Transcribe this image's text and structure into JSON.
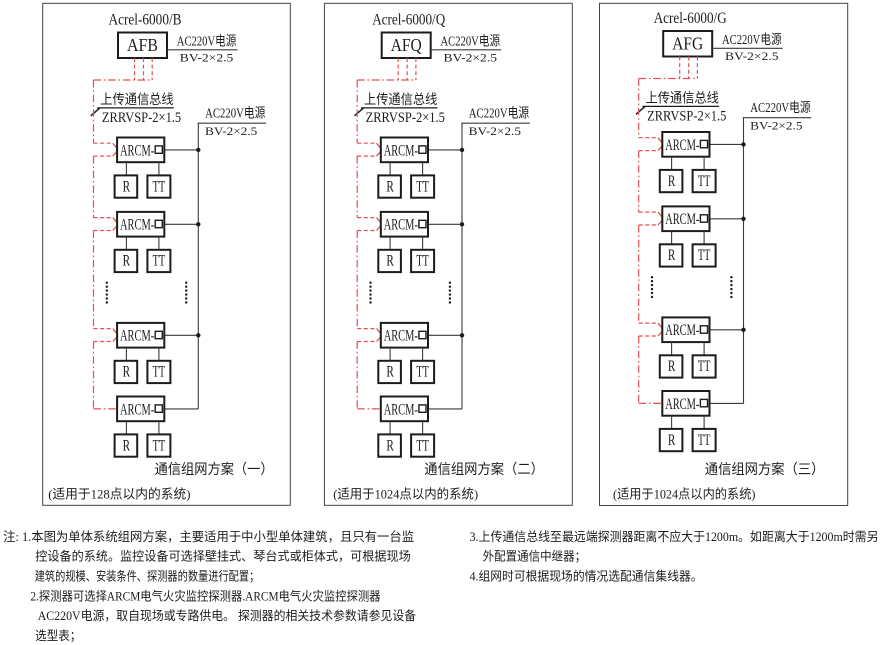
{
  "diagram": {
    "panels": [
      {
        "title": "Acrel-6000/B",
        "console": "AFB",
        "console_power_1": "AC220V电源",
        "console_power_2": "BV-2×2.5",
        "upload_bus_1": "上传通信总线",
        "upload_bus_2": "ZRRVSP-2×1.5",
        "detector_power_1": "AC220V电源",
        "detector_power_2": "BV-2×2.5",
        "arcm": "ARCM-",
        "r": "R",
        "tt": "TT",
        "caption": "通信组网方案（一）",
        "subcaption": "(适用于128点以内的系统)"
      },
      {
        "title": "Acrel-6000/Q",
        "console": "AFQ",
        "console_power_1": "AC220V电源",
        "console_power_2": "BV-2×2.5",
        "upload_bus_1": "上传通信总线",
        "upload_bus_2": "ZRRVSP-2×1.5",
        "detector_power_1": "AC220V电源",
        "detector_power_2": "BV-2×2.5",
        "arcm": "ARCM-",
        "r": "R",
        "tt": "TT",
        "caption": "通信组网方案（二）",
        "subcaption": "(适用于1024点以内的系统)"
      },
      {
        "title": "Acrel-6000/G",
        "console": "AFG",
        "console_power_1": "AC220V电源",
        "console_power_2": "BV-2×2.5",
        "upload_bus_1": "上传通信总线",
        "upload_bus_2": "ZRRVSP-2×1.5",
        "detector_power_1": "AC220V电源",
        "detector_power_2": "BV-2×2.5",
        "arcm": "ARCM-",
        "r": "R",
        "tt": "TT",
        "caption": "通信组网方案（三）",
        "subcaption": "(适用于1024点以内的系统)"
      }
    ],
    "notes": {
      "left": [
        "注: 1.本图为单体系统组网方案，主要适用于中小型单体建筑，且只有一台监",
        "控设备的系统。监控设备可选择壁挂式、琴台式或柜体式，可根据现场",
        "建筑的规模、安装条件、探测器的数量进行配置；",
        "2.探测器可选择ARCM电气火灾监控探测器.ARCM电气火灾监控探测器",
        "AC220V电源，取自现场或专路供电。 探测器的相关技术参数请参见设备",
        "选型表；"
      ],
      "right": [
        "3.上传通信总线至最远端探测器距离不应大于1200m。如距离大于1200m时需另",
        "外配置通信中继器；",
        "4.组网时可根据现场的情况选配通信集线器。"
      ]
    },
    "colors": {
      "bus_red": "#e25252",
      "line_black": "#1c1c1c"
    }
  }
}
